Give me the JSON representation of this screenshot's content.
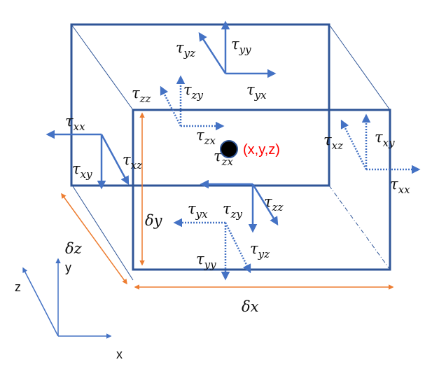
{
  "colors": {
    "box": "#2F5597",
    "arrow": "#4472C4",
    "dimension": "#ED7D31",
    "point_label": "#FF0000",
    "point": "#000000"
  },
  "point_label": "(x,y,z)",
  "stress_symbol": "τ",
  "stress_labels": {
    "top_yz": "yz",
    "top_yy": "yy",
    "top_yx": "yx",
    "back_zz": "zz",
    "back_zy": "zy",
    "back_zx": "zx",
    "left_xx": "xx",
    "left_xy": "xy",
    "left_xz": "xz",
    "center_zx": "zx",
    "front_zz": "zz",
    "front_zy": "zy",
    "bottom_yx": "yx",
    "bottom_yy": "yy",
    "bottom_yz": "yz",
    "right_xz": "xz",
    "right_xy": "xy",
    "right_xx": "xx"
  },
  "dimensions": {
    "symbol": "δ",
    "dx": "x",
    "dy": "y",
    "dz": "z"
  },
  "axes": {
    "x": "x",
    "y": "y",
    "z": "z"
  }
}
